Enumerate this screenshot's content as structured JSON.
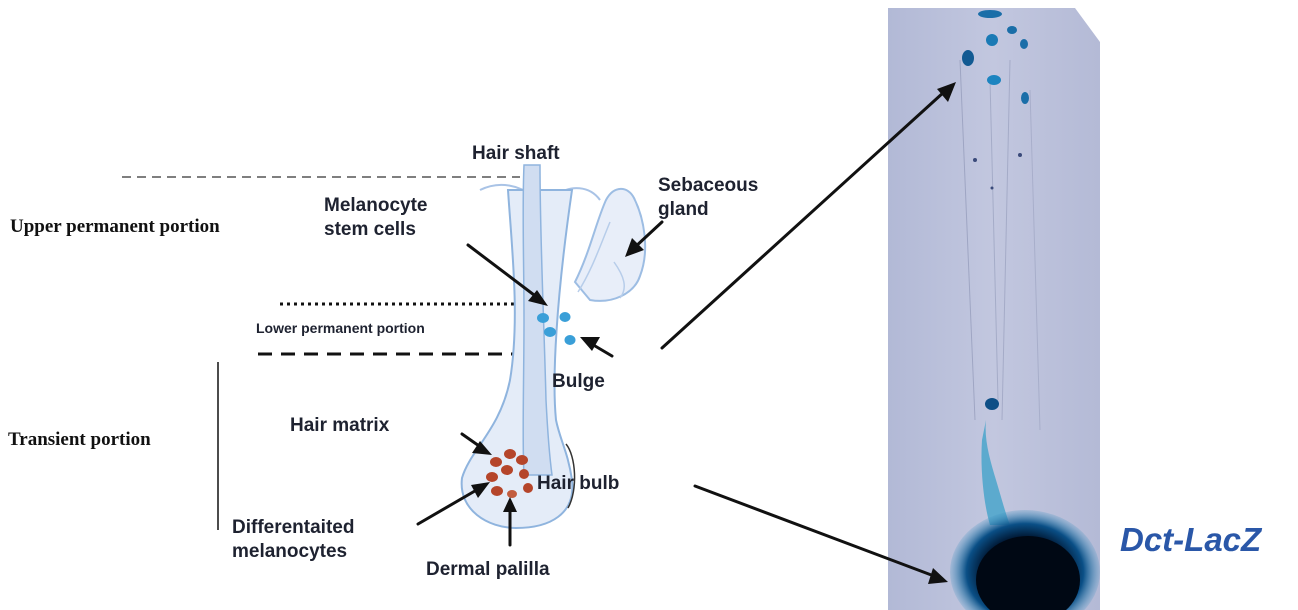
{
  "labels": {
    "hair_shaft": "Hair shaft",
    "sebaceous_gland": [
      "Sebaceous",
      "gland"
    ],
    "melanocyte_stem_cells": [
      "Melanocyte",
      "stem cells"
    ],
    "upper_permanent_portion": "Upper permanent portion",
    "lower_permanent_portion": "Lower permanent portion",
    "bulge": "Bulge",
    "transient_portion": "Transient portion",
    "hair_matrix": "Hair matrix",
    "hair_bulb": "Hair bulb",
    "differentiated_melanocytes": [
      "Differentaited",
      "melanocytes"
    ],
    "dermal_papilla": "Dermal palilla",
    "dct_lacz": "Dct-LacZ"
  },
  "colors": {
    "stem_cell_blue": "#3a9fd8",
    "melanocyte_brown": "#b5452a",
    "follicle_outline": "#8fb4de",
    "follicle_fill": "#dfe9f7",
    "stain_blue": "#0e4f86",
    "micrograph_background": "#b9bfd9"
  }
}
